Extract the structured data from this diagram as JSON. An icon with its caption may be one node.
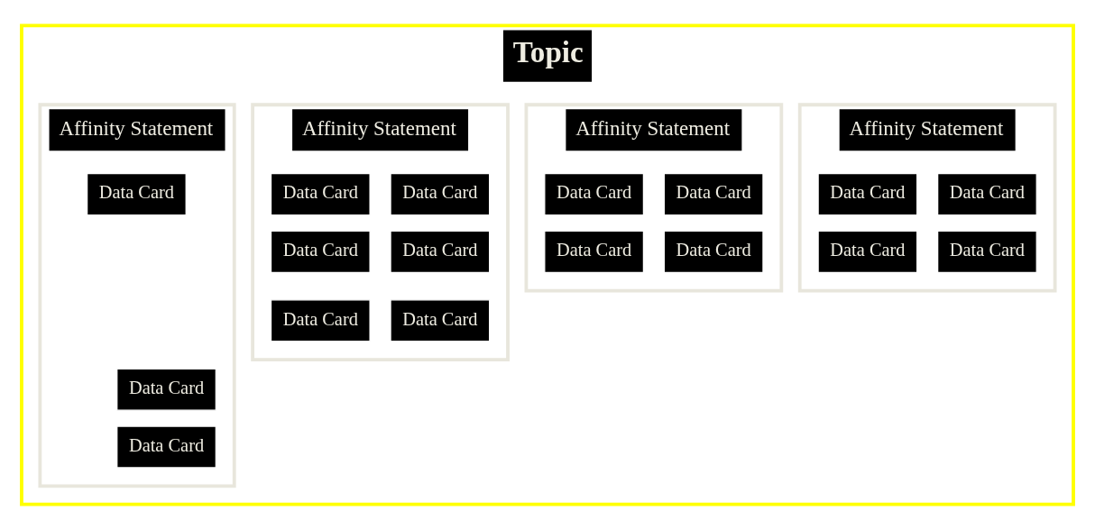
{
  "diagram": {
    "nodes": [
      {
        "text": [
          "Topic"
        ]
      },
      {
        "text": [
          "Affinity Statement"
        ],
        "in": 0
      },
      {
        "text": [
          "Data Card"
        ],
        "in": 1
      },
      {
        "text": [
          "Data Card"
        ],
        "in": 1
      },
      {
        "text": [
          "Data Card"
        ],
        "in": 1
      },
      {
        "text": [
          "Data Card"
        ],
        "in": 1
      },
      {
        "text": [
          "Affinity Statement"
        ],
        "in": 0
      },
      {
        "text": [
          "Data Card"
        ],
        "in": 6
      },
      {
        "text": [
          "Data Card"
        ],
        "in": 6
      },
      {
        "text": [
          "Data Card"
        ],
        "in": 6
      },
      {
        "text": [
          "Data Card"
        ],
        "in": 6
      },
      {
        "text": [
          "Affinity Statement"
        ],
        "in": 0
      },
      {
        "text": [
          "Data Card"
        ],
        "in": 11
      },
      {
        "text": [
          "Data Card"
        ],
        "in": 11
      },
      {
        "text": [
          "Data Card"
        ],
        "in": 11
      },
      {
        "text": [
          "Data Card"
        ],
        "in": 11
      },
      {
        "text": [
          "Data Card"
        ],
        "in": 11
      },
      {
        "text": [
          "Data Card"
        ],
        "in": 11
      },
      {
        "text": [
          "Affinity Statement"
        ],
        "in": 0
      },
      {
        "text": [
          "Data Card"
        ],
        "in": 18
      },
      {
        "text": [
          "Data Card"
        ],
        "in": 18
      },
      {
        "text": [
          "Data Card"
        ],
        "in": 18
      }
    ],
    "edges": []
  }
}
